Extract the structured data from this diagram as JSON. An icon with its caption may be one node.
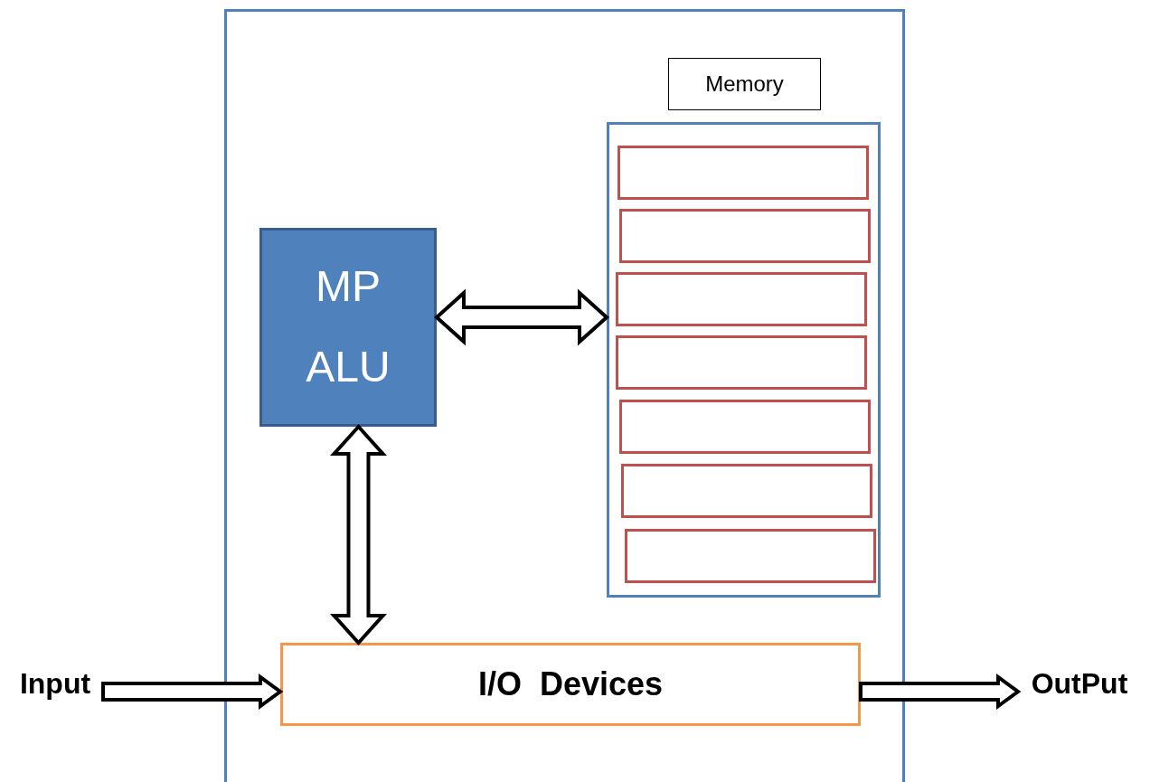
{
  "diagram": {
    "nodes": [
      {
        "text": [],
        "shape": "box"
      },
      {
        "text": [
          "Memory"
        ],
        "in": 0
      },
      {
        "text": [],
        "shape": "box",
        "in": 0
      },
      {
        "text": [],
        "shape": "box",
        "in": 2
      },
      {
        "text": [],
        "shape": "box",
        "in": 2
      },
      {
        "text": [],
        "shape": "box",
        "in": 2
      },
      {
        "text": [],
        "shape": "box",
        "in": 2
      },
      {
        "text": [],
        "shape": "box",
        "in": 2
      },
      {
        "text": [],
        "shape": "box",
        "in": 2
      },
      {
        "text": [],
        "shape": "box",
        "in": 2
      },
      {
        "text": [
          "MP",
          "ALU"
        ],
        "in": 0
      },
      {
        "text": [
          "I/O  Devices"
        ],
        "in": 0
      },
      {
        "text": [
          "Input"
        ]
      },
      {
        "text": [
          "OutPut"
        ]
      }
    ],
    "edges": [
      {
        "from": 10,
        "to": 2,
        "arrow": "both"
      },
      {
        "from": 10,
        "to": 11,
        "arrow": "both"
      },
      {
        "from": 12,
        "to": 11,
        "arrow": "to"
      },
      {
        "from": 11,
        "to": 13,
        "arrow": "to"
      }
    ]
  }
}
